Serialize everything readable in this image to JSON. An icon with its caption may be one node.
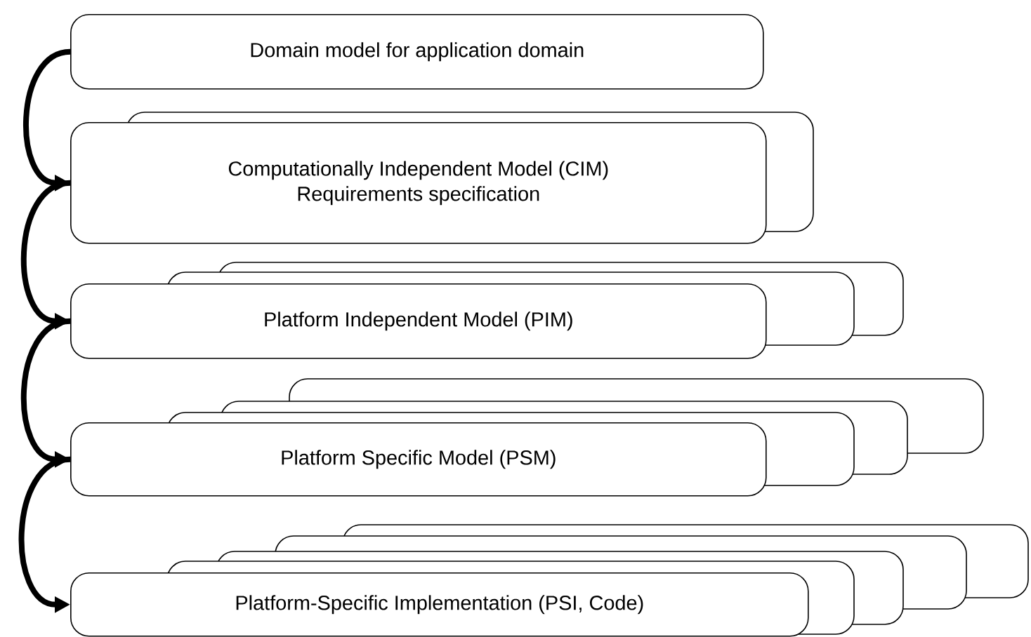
{
  "diagram": {
    "nodes": [
      {
        "text": [
          "Domain model for application domain"
        ]
      },
      {
        "text": [
          "Computationally Independent Model (CIM)",
          "Requirements specification"
        ]
      },
      {
        "text": [
          "Platform Independent Model (PIM)"
        ]
      },
      {
        "text": [
          "Platform Specific Model (PSM)"
        ]
      },
      {
        "text": [
          "Platform-Specific Implementation (PSI, Code)"
        ]
      }
    ],
    "edges": [
      {
        "from": 0,
        "to": 1,
        "arrow": "to"
      },
      {
        "from": 1,
        "to": 2,
        "arrow": "to"
      },
      {
        "from": 2,
        "to": 3,
        "arrow": "to"
      },
      {
        "from": 3,
        "to": 4,
        "arrow": "to"
      }
    ]
  }
}
